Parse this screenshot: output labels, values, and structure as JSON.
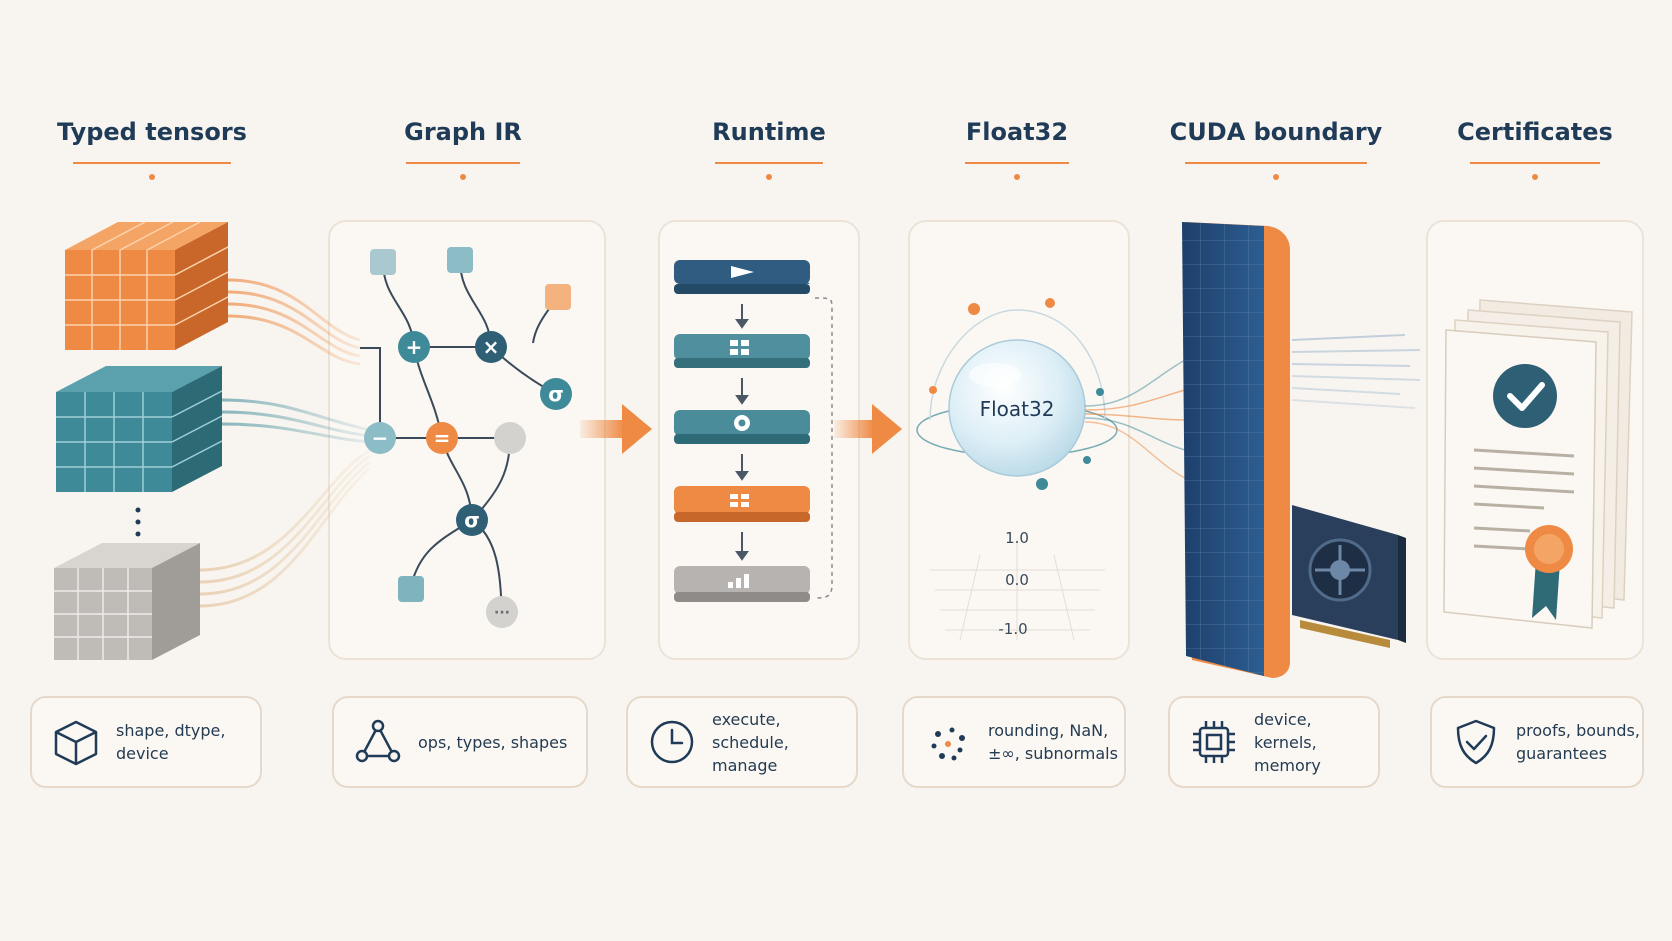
{
  "stages": [
    {
      "title": "Typed tensors",
      "desc_lines": [
        "shape, dtype, device"
      ],
      "icon": "cube-icon"
    },
    {
      "title": "Graph IR",
      "desc_lines": [
        "ops, types, shapes"
      ],
      "icon": "graph-icon"
    },
    {
      "title": "Runtime",
      "desc_lines": [
        "execute, schedule,",
        "manage"
      ],
      "icon": "clock-icon"
    },
    {
      "title": "Float32",
      "desc_lines": [
        "rounding, NaN,",
        "±∞, subnormals"
      ],
      "icon": "dots-icon"
    },
    {
      "title": "CUDA boundary",
      "desc_lines": [
        "device, kernels,",
        "memory"
      ],
      "icon": "chip-icon"
    },
    {
      "title": "Certificates",
      "desc_lines": [
        "proofs, bounds,",
        "guarantees"
      ],
      "icon": "shield-check-icon"
    }
  ],
  "graph_nodes": {
    "plus": "+",
    "times": "×",
    "sigma": "σ",
    "minus": "−",
    "equals": "=",
    "more": "···"
  },
  "float_sphere_label": "Float32",
  "float_axis_ticks": [
    "1.0",
    "0.0",
    "-1.0"
  ],
  "colors": {
    "navy": "#1f3b57",
    "orange": "#ee8a44",
    "teal": "#3e8a98",
    "gray": "#bfbcb8",
    "blue_panel": "#234a78"
  }
}
